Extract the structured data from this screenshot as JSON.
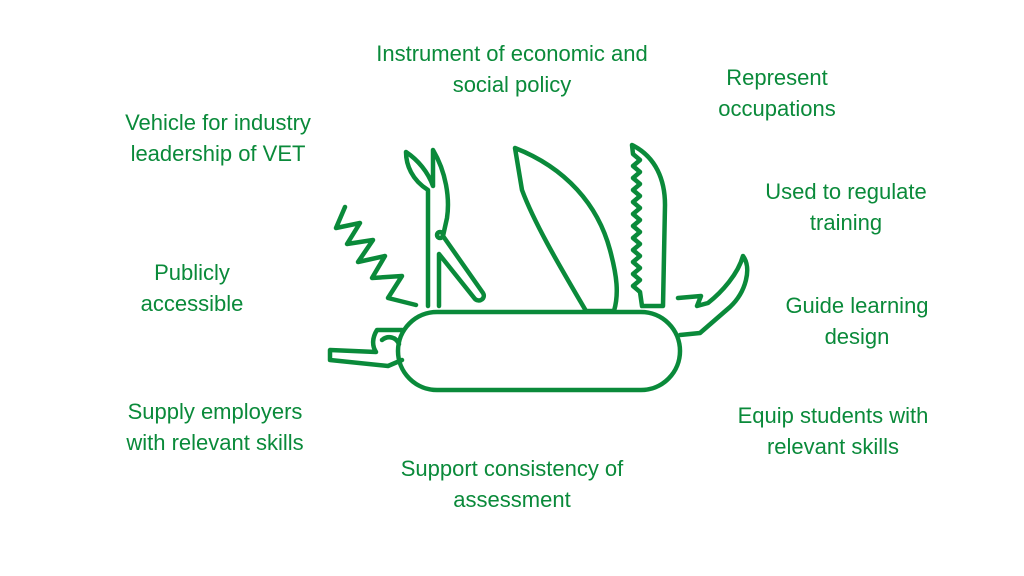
{
  "colors": {
    "accent": "#0a8a3a",
    "background": "#ffffff"
  },
  "illustration": {
    "icon": "swiss-army-knife-icon"
  },
  "labels": {
    "instrument": {
      "line1": "Instrument of economic and",
      "line2": "social policy"
    },
    "represent": {
      "line1": "Represent",
      "line2": "occupations"
    },
    "vehicle": {
      "line1": "Vehicle for industry",
      "line2": "leadership of VET"
    },
    "regulate": {
      "line1": "Used to regulate",
      "line2": "training"
    },
    "publicly": {
      "line1": "Publicly",
      "line2": "accessible"
    },
    "guide": {
      "line1": "Guide learning",
      "line2": "design"
    },
    "supply": {
      "line1": "Supply employers",
      "line2": "with relevant skills"
    },
    "equip": {
      "line1": "Equip students with",
      "line2": "relevant skills"
    },
    "consistency": {
      "line1": "Support consistency of",
      "line2": "assessment"
    }
  }
}
